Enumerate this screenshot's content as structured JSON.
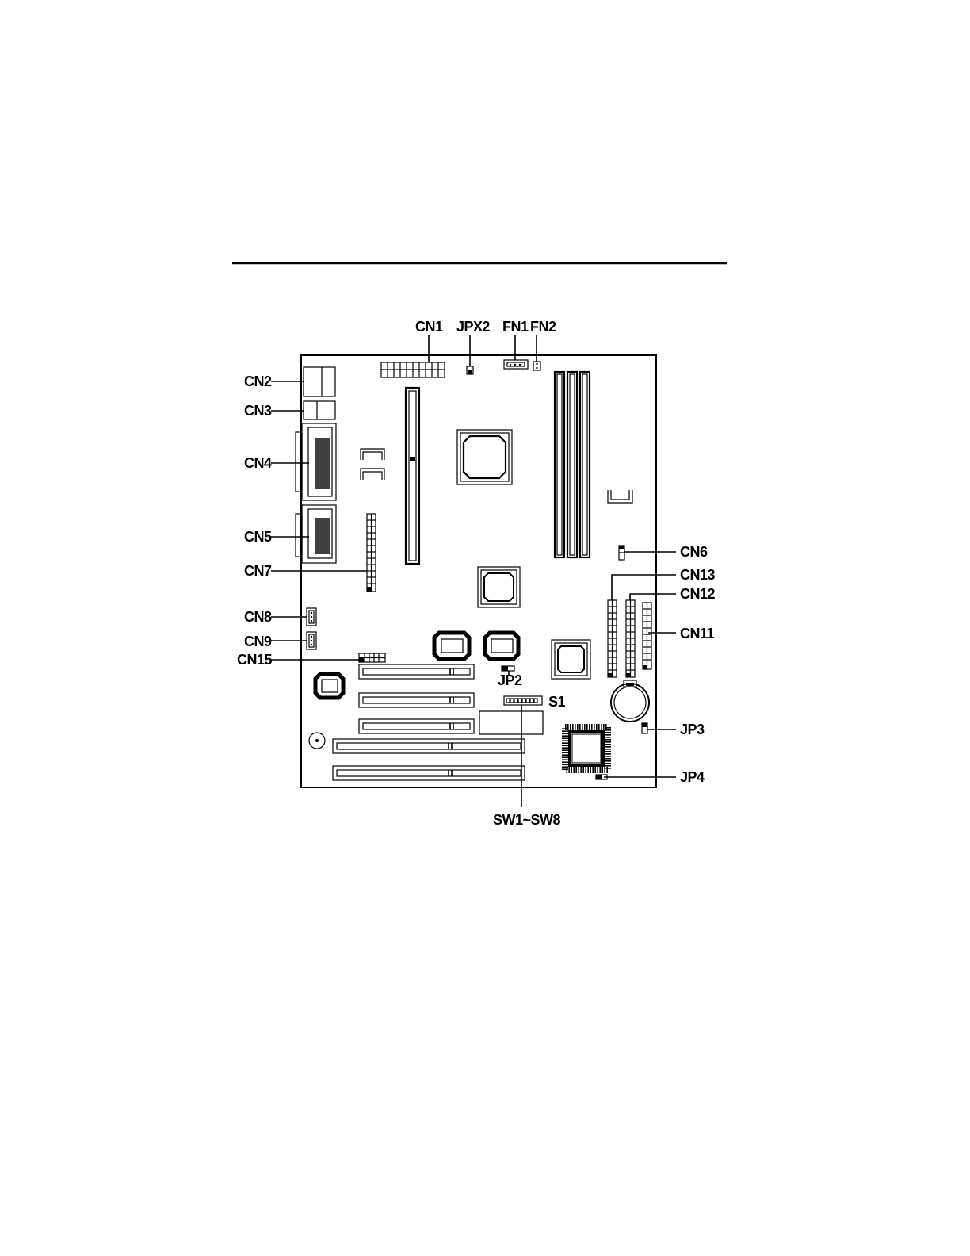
{
  "labels": {
    "cn1": "CN1",
    "jpx2": "JPX2",
    "fn1": "FN1",
    "fn2": "FN2",
    "cn2": "CN2",
    "cn3": "CN3",
    "cn4": "CN4",
    "cn5": "CN5",
    "cn7": "CN7",
    "cn8": "CN8",
    "cn9": "CN9",
    "cn15": "CN15",
    "cn6": "CN6",
    "cn13": "CN13",
    "cn12": "CN12",
    "cn11": "CN11",
    "jp2": "JP2",
    "s1": "S1",
    "jp3": "JP3",
    "jp4": "JP4",
    "sw": "SW1~SW8"
  }
}
